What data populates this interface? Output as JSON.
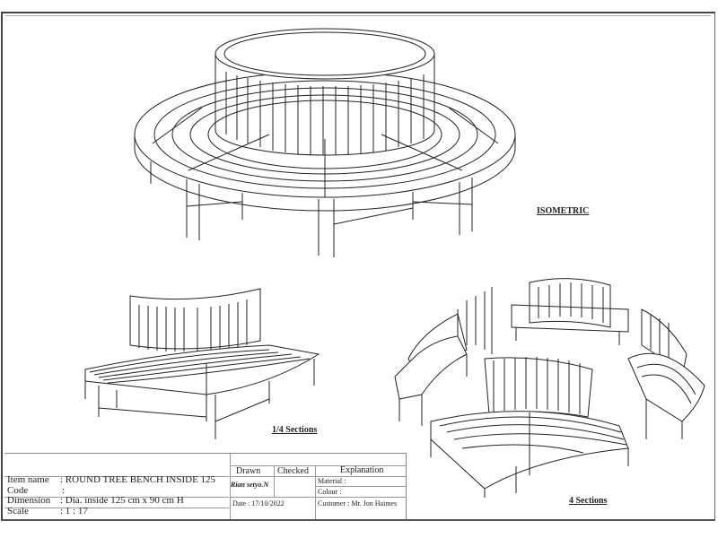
{
  "views": {
    "isometric": "ISOMETRIC",
    "quarter": "1/4 Sections",
    "four": "4 Sections"
  },
  "title_block": {
    "item_name_label": "Item name",
    "item_name": ":   ROUND TREE BENCH INSIDE 125",
    "code_label": "Code",
    "code": ":",
    "dimension_label": "Dimension",
    "dimension": ": Dia. inside 125 cm x 90 cm H",
    "scale_label": "Scale",
    "scale": ": 1 : 17",
    "drawn_header": "Drawn",
    "checked_header": "Checked",
    "explanation_header": "Explanation",
    "drawn_by": "Rian setyo.N",
    "date": "Date : 17/10/2022",
    "material": "Material :",
    "colour": "Colour   :",
    "customer": "Customer : Mr. Jon Haimes"
  }
}
